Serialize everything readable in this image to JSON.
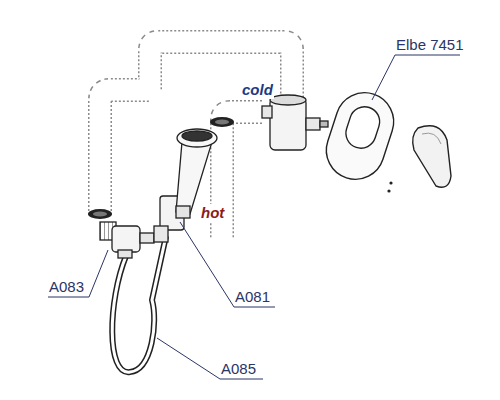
{
  "diagram": {
    "labels": [
      "cold",
      "hot",
      "Elbe 7451",
      "A083",
      "A081",
      "A085"
    ]
  }
}
